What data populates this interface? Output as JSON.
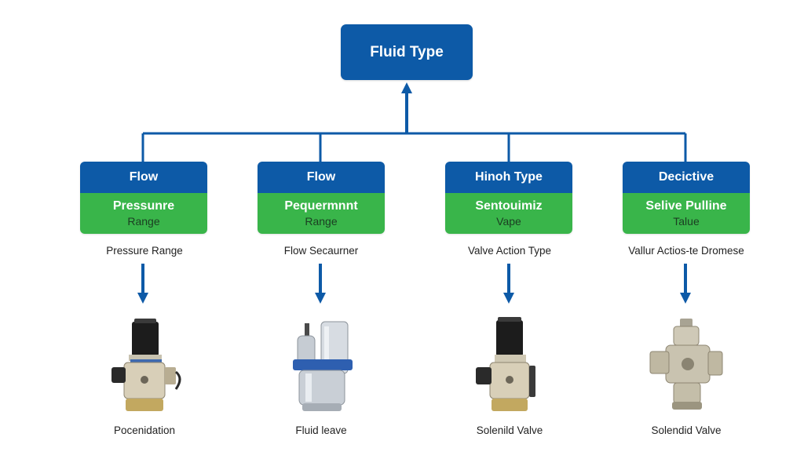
{
  "root": {
    "label": "Fluid Type"
  },
  "branches": [
    {
      "top": "Flow",
      "middle": "Pressunre",
      "sub": "Range",
      "caption": "Pressure Range",
      "product": "Pocenidation",
      "icon": "solenoid-valve-icon"
    },
    {
      "top": "Flow",
      "middle": "Pequermnnt",
      "sub": "Range",
      "caption": "Flow Secaurner",
      "product": "Fluid leave",
      "icon": "cylinder-valve-icon"
    },
    {
      "top": "Hinoh Type",
      "middle": "Sentouimiz",
      "sub": "Vape",
      "caption": "Valve Action Type",
      "product": "Solenild Valve",
      "icon": "solenoid-valve-icon"
    },
    {
      "top": "Decictive",
      "middle": "Selive Pulline",
      "sub": "Talue",
      "caption": "Vallur Actios-te Dromese",
      "product": "Solendid Valve",
      "icon": "brass-valve-icon"
    }
  ],
  "colors": {
    "header": "#0d5aa7",
    "band": "#39b54a",
    "connector": "#0d5aa7"
  }
}
